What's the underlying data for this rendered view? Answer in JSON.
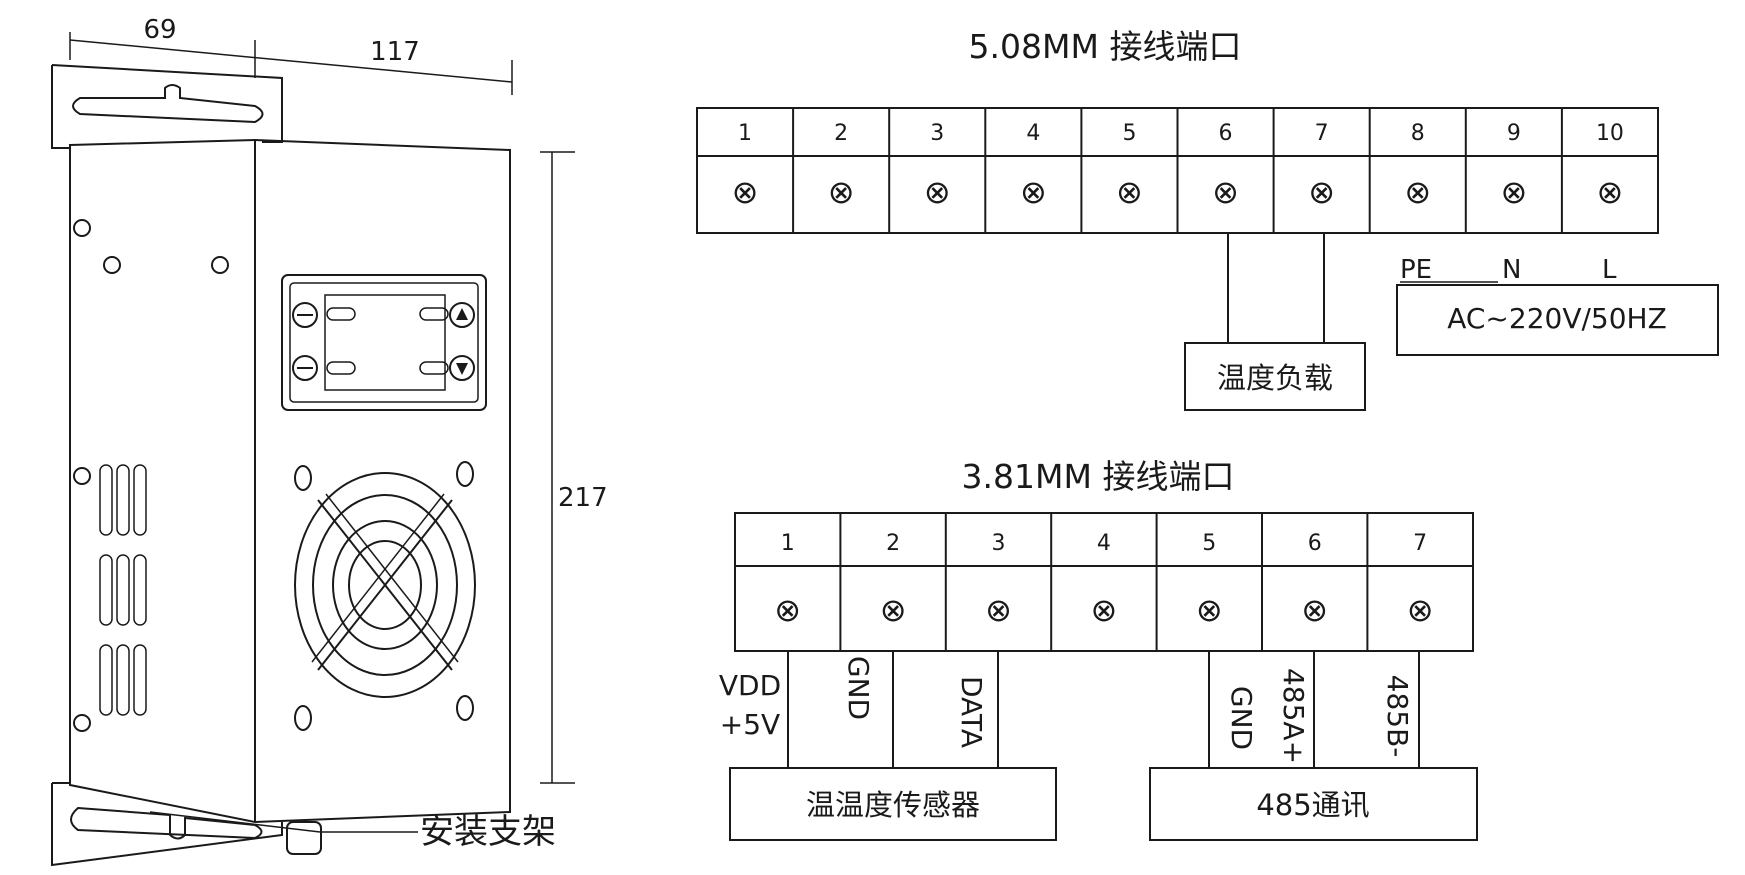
{
  "device": {
    "dim_depth": "69",
    "dim_width": "117",
    "dim_height": "217",
    "bracket_label": "安装支架"
  },
  "terminal_508": {
    "title": "5.08MM 接线端口",
    "numbers": [
      "1",
      "2",
      "3",
      "4",
      "5",
      "6",
      "7",
      "8",
      "9",
      "10"
    ],
    "pe_label": "PE",
    "n_label": "N",
    "l_label": "L",
    "power_label": "AC~220V/50HZ",
    "load_label": "温度负载"
  },
  "terminal_381": {
    "title": "3.81MM 接线端口",
    "numbers": [
      "1",
      "2",
      "3",
      "4",
      "5",
      "6",
      "7"
    ],
    "vdd_label": "VDD",
    "vdd_volt": "+5V",
    "gnd1_label": "GND",
    "data_label": "DATA",
    "gnd2_label": "GND",
    "a_label": "485A+",
    "b_label": "485B-",
    "sensor_label": "温温度传感器",
    "comm_label": "485通讯"
  },
  "screw_symbol": "⊗"
}
